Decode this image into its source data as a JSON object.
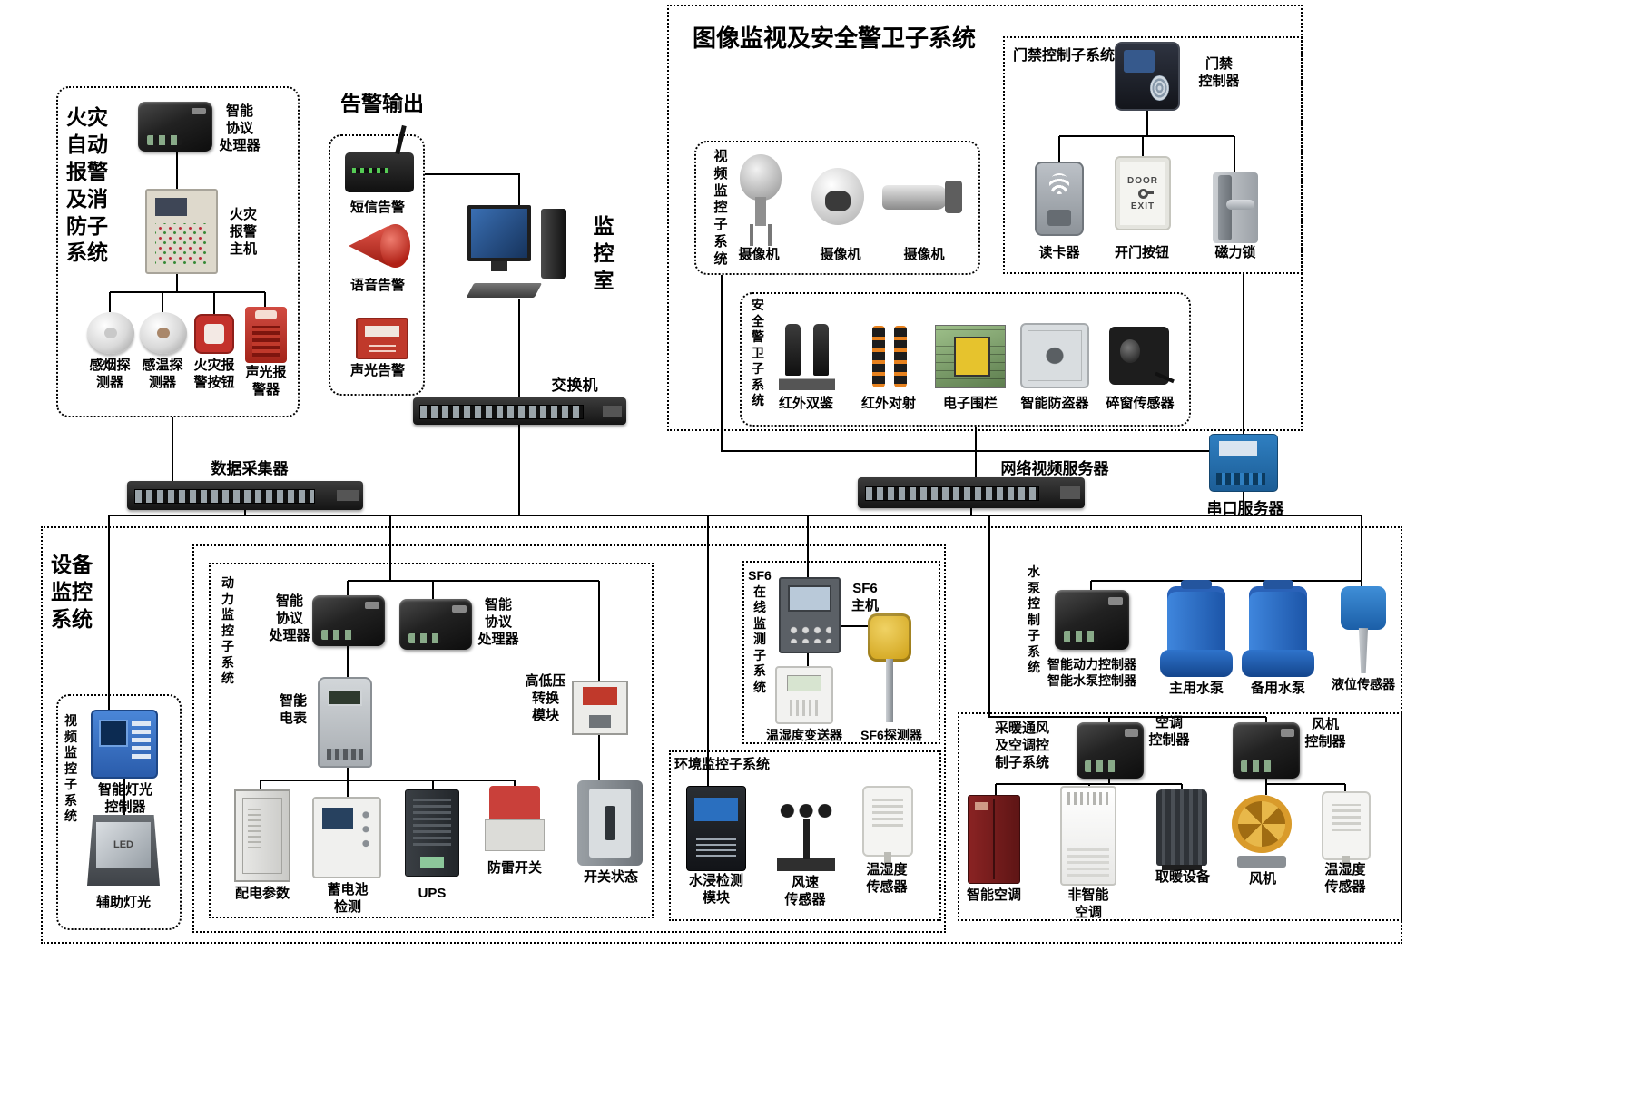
{
  "colors": {
    "line": "#000000",
    "alarm_red": "#c0392b",
    "device_blue": "#2a6fbf",
    "pump_blue": "#1f5fae",
    "fan_yellow": "#dd9f2e"
  },
  "fire": {
    "title": "火灾\n自动\n报警\n及消\n防子\n系统",
    "processor": "智能\n协议\n处理器",
    "host": "火灾\n报警\n主机",
    "smoke": "感烟探\n测器",
    "heat": "感温探\n测器",
    "button": "火灾报\n警按钮",
    "sound_light": "声光报\n警器"
  },
  "alarm_output": {
    "title": "告警输出",
    "sms": "短信告警",
    "voice": "语音告警",
    "sound_light": "声光告警"
  },
  "monitor_room": {
    "label": "监\n控\n室"
  },
  "network": {
    "switch": "交换机",
    "data_collector": "数据采集器",
    "video_server": "网络视频服务器",
    "serial_server": "串口服务器"
  },
  "surveillance": {
    "title": "图像监视及安全警卫子系统",
    "video": {
      "title": "视\n频\n监\n控\n子\n系\n统",
      "camera": "摄像机"
    },
    "access": {
      "title": "门禁控制子系统",
      "controller": "门禁\n控制器",
      "card_reader": "读卡器",
      "door_button": "开门按钮",
      "magnetic_lock": "磁力锁",
      "door_text": "DOOR",
      "exit_text": "EXIT"
    },
    "security": {
      "title": "安\n全\n警\n卫\n子\n系\n统",
      "ir_dual": "红外双鉴",
      "ir_beam": "红外对射",
      "fence": "电子围栏",
      "anti_theft": "智能防盗器",
      "window_sensor": "碎窗传感器"
    }
  },
  "equipment": {
    "title": "设备\n监控\n系统",
    "video_sub": {
      "light_controller": "智能灯光\n控制器",
      "led_text": "LED",
      "aux_light": "辅助灯光"
    },
    "power": {
      "title": "动\n力\n监\n控\n子\n系\n统",
      "meter": "智能\n电表",
      "hv_lv": "高低压\n转换\n模块",
      "distribution": "配电参数",
      "battery": "蓄电池\n检测",
      "ups": "UPS",
      "lightning": "防雷开关",
      "switch_state": "开关状态"
    },
    "sf6": {
      "title": "SF6\n在\n线\n监\n测\n子\n系\n统",
      "host": "SF6\n主机",
      "transmitter": "温湿度变送器",
      "detector": "SF6探测器"
    },
    "environment": {
      "title": "环境监控子系统",
      "water": "水浸检测\n模块",
      "wind": "风速\n传感器"
    },
    "pump": {
      "title": "水\n泵\n控\n制\n子\n系\n统",
      "controllers": "智能动力控制器\n智能水泵控制器",
      "main": "主用水泵",
      "backup": "备用水泵",
      "level": "液位传感器"
    },
    "hvac": {
      "title": "采暖通风\n及空调控\n制子系统",
      "ac_controller": "空调\n控制器",
      "fan_controller": "风机\n控制器",
      "smart_ac": "智能空调",
      "normal_ac": "非智能\n空调",
      "heater": "取暖设备",
      "fan": "风机"
    }
  },
  "common": {
    "processor": "智能\n协议\n处理器",
    "th_sensor": "温湿度\n传感器"
  }
}
